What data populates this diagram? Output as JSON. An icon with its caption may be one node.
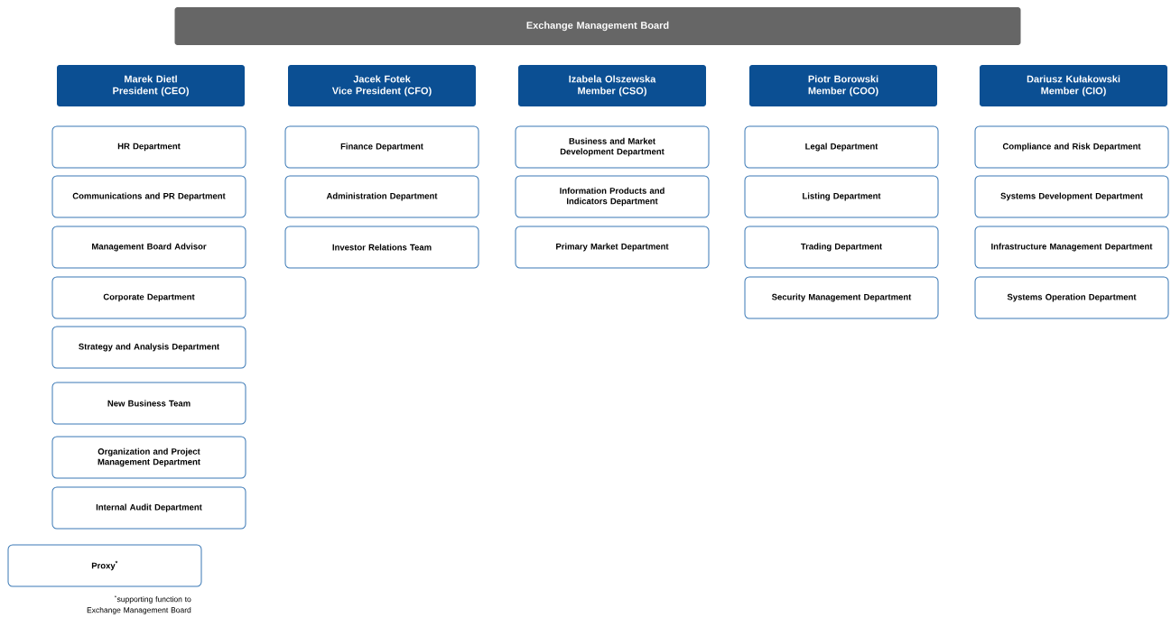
{
  "diagram": {
    "nodes": [
      {
        "text": [
          "Exchange Management Board"
        ]
      },
      {
        "text": [
          "Marek Dietl",
          "President (CEO)"
        ]
      },
      {
        "text": [
          "HR Department"
        ]
      },
      {
        "text": [
          "Communications and PR Department"
        ]
      },
      {
        "text": [
          "Management Board Advisor"
        ]
      },
      {
        "text": [
          "Corporate Department"
        ]
      },
      {
        "text": [
          "Strategy and Analysis Department"
        ]
      },
      {
        "text": [
          "New Business Team"
        ]
      },
      {
        "text": [
          "Organization and Project Management Department"
        ]
      },
      {
        "text": [
          "Internal Audit Department"
        ]
      },
      {
        "text": [
          "Jacek Fotek",
          "Vice President (CFO)"
        ]
      },
      {
        "text": [
          "Finance Department"
        ]
      },
      {
        "text": [
          "Administration Department"
        ]
      },
      {
        "text": [
          "Investor Relations Team"
        ]
      },
      {
        "text": [
          "Izabela Olszewska",
          "Member (CSO)"
        ]
      },
      {
        "text": [
          "Business and Market Development Department"
        ]
      },
      {
        "text": [
          "Information Products and Indicators Department"
        ]
      },
      {
        "text": [
          "Primary Market Department"
        ]
      },
      {
        "text": [
          "Piotr Borowski",
          "Member (COO)"
        ]
      },
      {
        "text": [
          "Legal Department"
        ]
      },
      {
        "text": [
          "Listing Department"
        ]
      },
      {
        "text": [
          "Trading Department"
        ]
      },
      {
        "text": [
          "Security Management Department"
        ]
      },
      {
        "text": [
          "Dariusz Kułakowski",
          "Member (CIO)"
        ]
      },
      {
        "text": [
          "Compliance and Risk Department"
        ]
      },
      {
        "text": [
          "Systems Development Department"
        ]
      },
      {
        "text": [
          "Infrastructure Management Department"
        ]
      },
      {
        "text": [
          "Systems Operation Department"
        ]
      },
      {
        "text": [
          "Proxy$^{*}$"
        ]
      }
    ],
    "labels": [
      "$^{*}$supporting function to Exchange Management Board"
    ]
  }
}
